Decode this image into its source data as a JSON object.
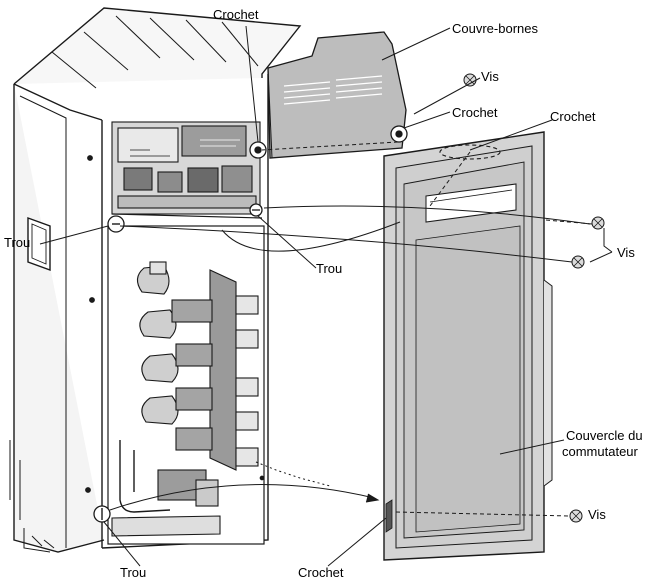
{
  "labels": {
    "crochet_top": "Crochet",
    "couvre_bornes": "Couvre-bornes",
    "vis_top": "Vis",
    "crochet_mid": "Crochet",
    "crochet_right": "Crochet",
    "trou_left": "Trou",
    "vis_right": "Vis",
    "trou_mid": "Trou",
    "couvercle_line1": "Couvercle du",
    "couvercle_line2": "commutateur",
    "vis_bottom": "Vis",
    "trou_bottom": "Trou",
    "crochet_bottom": "Crochet"
  },
  "colors": {
    "line": "#1a1a1a",
    "cover_fill": "#b8b8b8",
    "panel_fill": "#d2d2d2",
    "panel_inner": "#c4c4c4",
    "body_fill": "#f4f4f4"
  }
}
